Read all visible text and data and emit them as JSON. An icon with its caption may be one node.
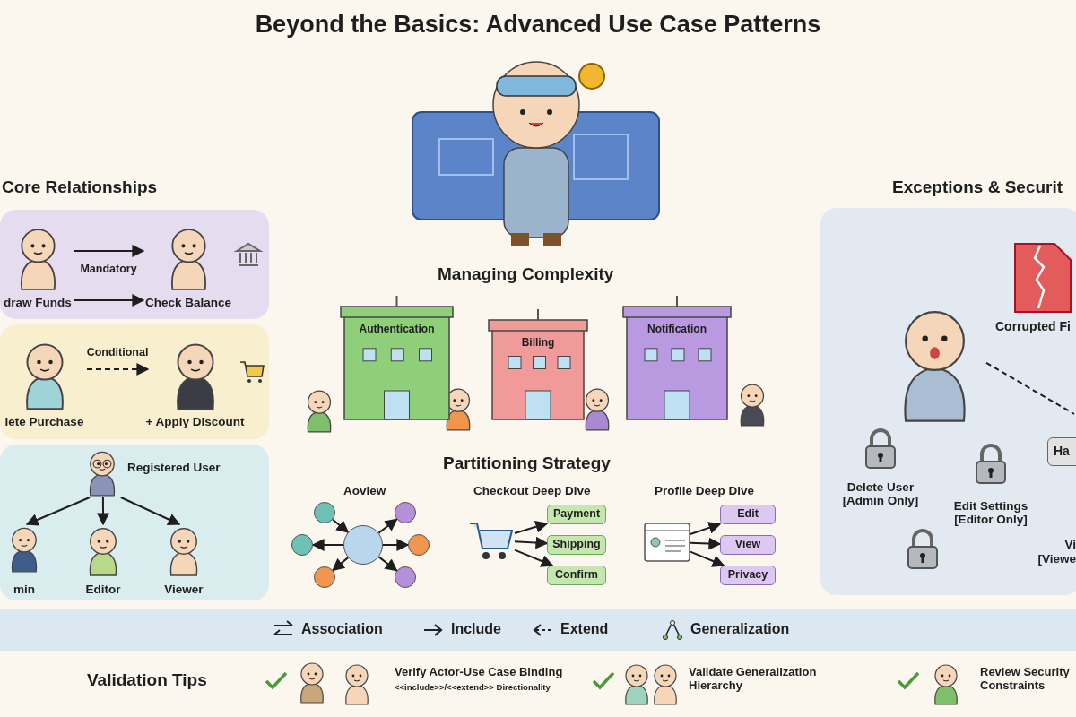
{
  "diagram": {
    "title": "Beyond the Basics: Advanced Use Case Patterns",
    "nodes": [
      {
        "text": [
          "draw Funds"
        ]
      },
      {
        "text": [
          "Check Balance"
        ]
      },
      {
        "text": [
          "lete Purchase"
        ]
      },
      {
        "text": [
          "+ Apply Discount"
        ]
      },
      {
        "text": [
          "Registered User"
        ]
      },
      {
        "text": [
          "min"
        ]
      },
      {
        "text": [
          "Editor"
        ]
      },
      {
        "text": [
          "Viewer"
        ]
      },
      {
        "text": [
          "Authentication"
        ]
      },
      {
        "text": [
          "Billing"
        ]
      },
      {
        "text": [
          "Notification"
        ]
      },
      {
        "text": [],
        "shape": "circle"
      },
      {
        "text": [],
        "shape": "circle"
      },
      {
        "text": [],
        "shape": "circle"
      },
      {
        "text": [],
        "shape": "circle"
      },
      {
        "text": [],
        "shape": "circle"
      },
      {
        "text": [],
        "shape": "circle"
      },
      {
        "text": [],
        "shape": "circle"
      },
      {
        "text": [],
        "shape": "picture"
      },
      {
        "text": [
          "Payment"
        ]
      },
      {
        "text": [
          "Shipping"
        ]
      },
      {
        "text": [
          "Confirm"
        ]
      },
      {
        "text": [],
        "shape": "picture"
      },
      {
        "text": [
          "Edit"
        ]
      },
      {
        "text": [
          "View"
        ]
      },
      {
        "text": [
          "Privacy"
        ]
      },
      {
        "text": [],
        "shape": "person"
      },
      {
        "text": [
          "Corrupted Fi"
        ]
      },
      {
        "text": [
          "Ha"
        ]
      },
      {
        "text": [
          "Delete User [Admin Only]"
        ]
      },
      {
        "text": [
          "Edit Settings [Editor Only]"
        ]
      },
      {
        "text": [],
        "shape": "picture"
      },
      {
        "text": [
          "Vi [Viewe"
        ]
      }
    ],
    "edges": [
      {
        "from": 0,
        "to": 1,
        "arrow": "to",
        "label": "Mandatory"
      },
      {
        "from": 0,
        "to": 1,
        "arrow": "to"
      },
      {
        "from": 2,
        "to": 3,
        "arrow": "to",
        "style": "dashed",
        "label": "Conditional"
      },
      {
        "from": 4,
        "to": 5,
        "arrow": "to"
      },
      {
        "from": 4,
        "to": 6,
        "arrow": "to"
      },
      {
        "from": 4,
        "to": 7,
        "arrow": "to"
      },
      {
        "from": 11,
        "to": 14,
        "arrow": "to"
      },
      {
        "from": 14,
        "to": 12,
        "arrow": "to"
      },
      {
        "from": 14,
        "to": 13,
        "arrow": "to"
      },
      {
        "from": 14,
        "to": 15,
        "arrow": "to"
      },
      {
        "from": 14,
        "to": 16,
        "arrow": "to"
      },
      {
        "from": 14,
        "to": 17,
        "arrow": "to"
      },
      {
        "from": 18,
        "to": 19,
        "arrow": "to"
      },
      {
        "from": 18,
        "to": 20,
        "arrow": "to"
      },
      {
        "from": 18,
        "to": 21,
        "arrow": "to"
      },
      {
        "from": 22,
        "to": 23,
        "arrow": "to"
      },
      {
        "from": 22,
        "to": 24,
        "arrow": "to"
      },
      {
        "from": 22,
        "to": 25,
        "arrow": "to"
      },
      {
        "from": 26,
        "to": null,
        "arrow": "none",
        "style": "dashed"
      }
    ],
    "labels": [
      "Core Relationships",
      "Exceptions & Securit",
      "Managing Complexity",
      "Partitioning Strategy",
      "Aoview",
      "Checkout Deep Dive",
      "Profile Deep Dive",
      "Validation Tips",
      "Verify Actor-Use Case Binding",
      "<<include>>/<<extend>> Directionality",
      "Validate Generalization Hierarchy",
      "Review Security Constraints"
    ],
    "legend": [
      {
        "text": "Association"
      },
      {
        "text": "Include"
      },
      {
        "text": "Extend"
      },
      {
        "text": "Generalization"
      }
    ]
  }
}
